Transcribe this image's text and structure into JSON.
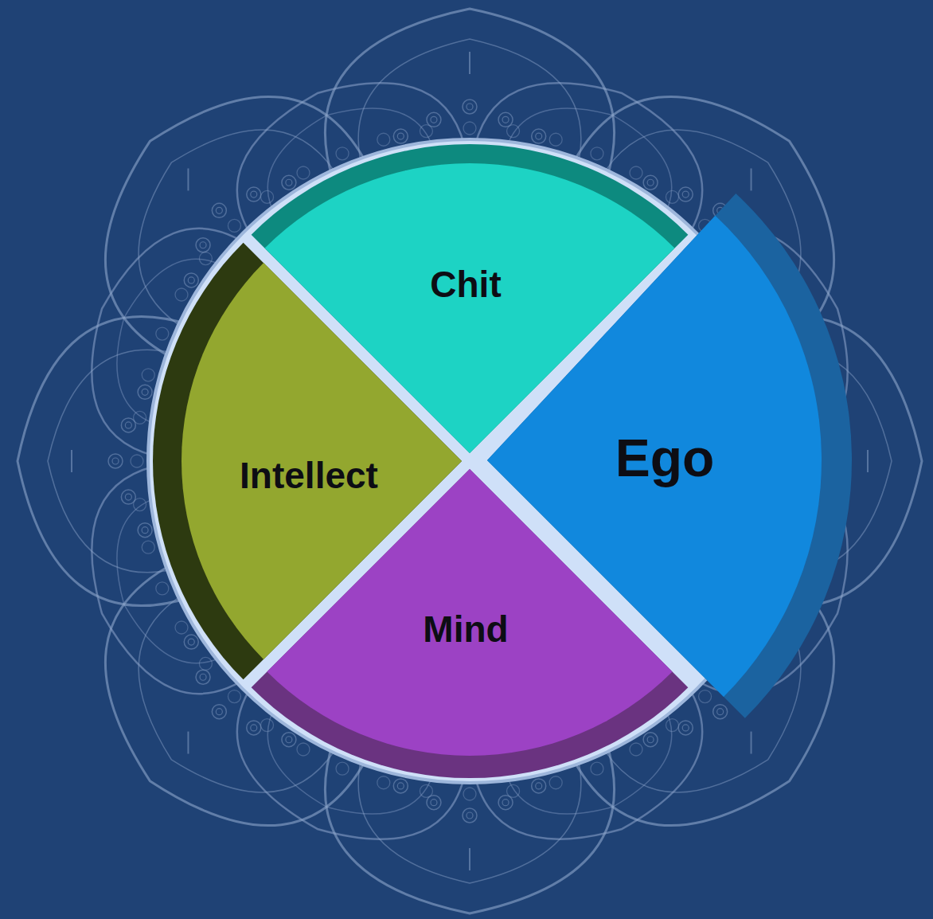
{
  "diagram": {
    "nodes": [
      {
        "text": [
          "Chit"
        ]
      },
      {
        "text": [
          "Intellect"
        ]
      },
      {
        "text": [
          "Ego"
        ]
      },
      {
        "text": [
          "Mind"
        ]
      }
    ]
  }
}
